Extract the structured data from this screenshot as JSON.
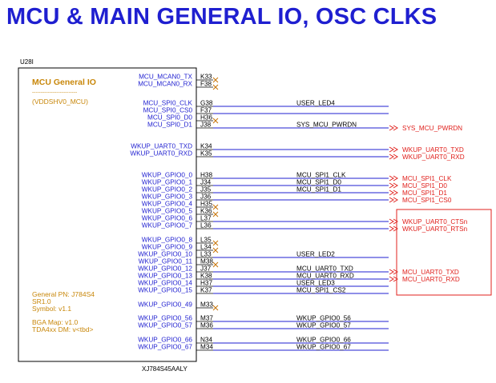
{
  "title": "MCU & MAIN GENERAL IO, OSC CLKS",
  "part": {
    "ref": "U28I",
    "name": "MCU General IO",
    "dashes": "--------------------------",
    "supply": "(VDDSHV0_MCU)",
    "info": [
      "General PN: J784S4",
      "SR1.0",
      "Symbol: v1.1"
    ],
    "bga_info": [
      "BGA Map: v1.0",
      "TDA4xx DM: v<tbd>"
    ],
    "footer": "XJ784S45AALY"
  },
  "pins": [
    {
      "name": "MCU_MCAN0_TX",
      "ball": "K33",
      "nc": true
    },
    {
      "name": "MCU_MCAN0_RX",
      "ball": "F38",
      "nc": true
    },
    {
      "name": "MCU_SPI0_CLK",
      "ball": "G38",
      "net": "USER_LED4"
    },
    {
      "name": "MCU_SPI0_CS0",
      "ball": "F37",
      "net": ""
    },
    {
      "name": "MCU_SPI0_D0",
      "ball": "H36",
      "nc": true
    },
    {
      "name": "MCU_SPI0_D1",
      "ball": "J38",
      "net": "SYS_MCU_PWRDN",
      "port": "SYS_MCU_PWRDN"
    },
    {
      "name": "WKUP_UART0_TXD",
      "ball": "K34",
      "net": "",
      "port": "WKUP_UART0_TXD"
    },
    {
      "name": "WKUP_UART0_RXD",
      "ball": "K35",
      "net": "",
      "port": "WKUP_UART0_RXD"
    },
    {
      "name": "WKUP_GPIO0_0",
      "ball": "H38",
      "net": "MCU_SPI1_CLK",
      "port": "MCU_SPI1_CLK"
    },
    {
      "name": "WKUP_GPIO0_1",
      "ball": "J34",
      "net": "MCU_SPI1_D0",
      "port": "MCU_SPI1_D0"
    },
    {
      "name": "WKUP_GPIO0_2",
      "ball": "J35",
      "net": "MCU_SPI1_D1",
      "port": "MCU_SPI1_D1"
    },
    {
      "name": "WKUP_GPIO0_3",
      "ball": "J36",
      "net": "",
      "port": "MCU_SPI1_CS0"
    },
    {
      "name": "WKUP_GPIO0_4",
      "ball": "H35",
      "nc": true
    },
    {
      "name": "WKUP_GPIO0_5",
      "ball": "K36",
      "nc": true
    },
    {
      "name": "WKUP_GPIO0_6",
      "ball": "L37",
      "net": "",
      "port": "WKUP_UART0_CTSn"
    },
    {
      "name": "WKUP_GPIO0_7",
      "ball": "L36",
      "net": "",
      "port": "WKUP_UART0_RTSn"
    },
    {
      "name": "WKUP_GPIO0_8",
      "ball": "L35",
      "nc": true
    },
    {
      "name": "WKUP_GPIO0_9",
      "ball": "L34",
      "nc": true
    },
    {
      "name": "WKUP_GPIO0_10",
      "ball": "L33",
      "net": "USER_LED2"
    },
    {
      "name": "WKUP_GPIO0_11",
      "ball": "M38",
      "nc": true
    },
    {
      "name": "WKUP_GPIO0_12",
      "ball": "J37",
      "net": "MCU_UART0_TXD",
      "port": "MCU_UART0_TXD"
    },
    {
      "name": "WKUP_GPIO0_13",
      "ball": "K38",
      "net": "MCU_UART0_RXD",
      "port": "MCU_UART0_RXD"
    },
    {
      "name": "WKUP_GPIO0_14",
      "ball": "H37",
      "net": "USER_LED3"
    },
    {
      "name": "WKUP_GPIO0_15",
      "ball": "K37",
      "net": "MCU_SPI1_CS2"
    },
    {
      "name": "WKUP_GPIO0_49",
      "ball": "M33",
      "nc": true
    },
    {
      "name": "WKUP_GPIO0_56",
      "ball": "M37",
      "net": "WKUP_GPIO0_56"
    },
    {
      "name": "WKUP_GPIO0_57",
      "ball": "M36",
      "net": "WKUP_GPIO0_57"
    },
    {
      "name": "WKUP_GPIO0_66",
      "ball": "N34",
      "net": "WKUP_GPIO0_66"
    },
    {
      "name": "WKUP_GPIO0_67",
      "ball": "M34",
      "net": "WKUP_GPIO0_67"
    }
  ],
  "colors": {
    "title": "#1f1fd0",
    "pin_name": "#1f1fd0",
    "part_text": "#c8870a",
    "wire": "#1f1fd0",
    "port": "#e0201c",
    "nc": "#c87810",
    "line": "#000000"
  }
}
